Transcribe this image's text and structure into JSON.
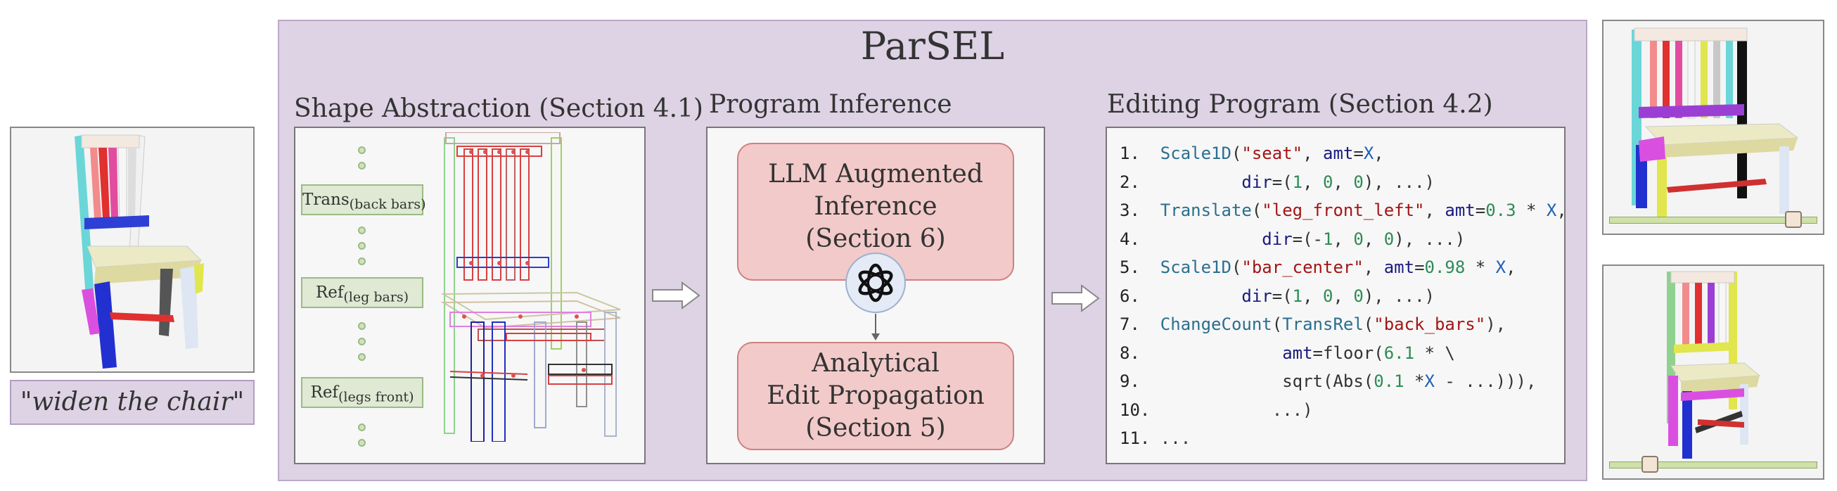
{
  "title": "ParSEL",
  "caption": "\"widen the chair\"",
  "sections": {
    "abstraction": "Shape Abstraction (Section 4.1)",
    "inference": "Program Inference",
    "editing": "Editing Program (Section 4.2)"
  },
  "abstraction_labels": [
    {
      "base": "Trans",
      "sub": "(back bars)"
    },
    {
      "base": "Ref",
      "sub": "(leg bars)"
    },
    {
      "base": "Ref",
      "sub": "(legs front)"
    }
  ],
  "inference_boxes": {
    "top": [
      "LLM Augmented",
      "Inference",
      "(Section 6)"
    ],
    "bottom": [
      "Analytical",
      "Edit Propagation",
      "(Section 5)"
    ]
  },
  "code_lines": [
    {
      "n": "1.",
      "tokens": [
        [
          "fn",
          "Scale1D"
        ],
        [
          "p",
          "("
        ],
        [
          "str",
          "\"seat\""
        ],
        [
          "p",
          ", "
        ],
        [
          "kw",
          "amt"
        ],
        [
          "p",
          "="
        ],
        [
          "var",
          "X"
        ],
        [
          "p",
          ","
        ]
      ]
    },
    {
      "n": "2.",
      "tokens": [
        [
          "p",
          "        "
        ],
        [
          "kw",
          "dir"
        ],
        [
          "p",
          "=("
        ],
        [
          "num",
          "1"
        ],
        [
          "p",
          ", "
        ],
        [
          "num",
          "0"
        ],
        [
          "p",
          ", "
        ],
        [
          "num",
          "0"
        ],
        [
          "p",
          "), ...)"
        ]
      ]
    },
    {
      "n": "3.",
      "tokens": [
        [
          "fn",
          "Translate"
        ],
        [
          "p",
          "("
        ],
        [
          "str",
          "\"leg_front_left\""
        ],
        [
          "p",
          ", "
        ],
        [
          "kw",
          "amt"
        ],
        [
          "p",
          "="
        ],
        [
          "num",
          "0.3"
        ],
        [
          "p",
          " * "
        ],
        [
          "var",
          "X"
        ],
        [
          "p",
          ","
        ]
      ]
    },
    {
      "n": "4.",
      "tokens": [
        [
          "p",
          "          "
        ],
        [
          "kw",
          "dir"
        ],
        [
          "p",
          "=(-"
        ],
        [
          "num",
          "1"
        ],
        [
          "p",
          ", "
        ],
        [
          "num",
          "0"
        ],
        [
          "p",
          ", "
        ],
        [
          "num",
          "0"
        ],
        [
          "p",
          "), ...)"
        ]
      ]
    },
    {
      "n": "5.",
      "tokens": [
        [
          "fn",
          "Scale1D"
        ],
        [
          "p",
          "("
        ],
        [
          "str",
          "\"bar_center\""
        ],
        [
          "p",
          ", "
        ],
        [
          "kw",
          "amt"
        ],
        [
          "p",
          "="
        ],
        [
          "num",
          "0.98"
        ],
        [
          "p",
          " * "
        ],
        [
          "var",
          "X"
        ],
        [
          "p",
          ","
        ]
      ]
    },
    {
      "n": "6.",
      "tokens": [
        [
          "p",
          "        "
        ],
        [
          "kw",
          "dir"
        ],
        [
          "p",
          "=("
        ],
        [
          "num",
          "1"
        ],
        [
          "p",
          ", "
        ],
        [
          "num",
          "0"
        ],
        [
          "p",
          ", "
        ],
        [
          "num",
          "0"
        ],
        [
          "p",
          "), ...)"
        ]
      ]
    },
    {
      "n": "7.",
      "tokens": [
        [
          "fn",
          "ChangeCount"
        ],
        [
          "p",
          "("
        ],
        [
          "fn",
          "TransRel"
        ],
        [
          "p",
          "("
        ],
        [
          "str",
          "\"back_bars\""
        ],
        [
          "p",
          "),"
        ]
      ]
    },
    {
      "n": "8.",
      "tokens": [
        [
          "p",
          "            "
        ],
        [
          "kw",
          "amt"
        ],
        [
          "p",
          "=floor("
        ],
        [
          "num",
          "6.1"
        ],
        [
          "p",
          " * \\"
        ]
      ]
    },
    {
      "n": "9.",
      "tokens": [
        [
          "p",
          "            sqrt(Abs("
        ],
        [
          "num",
          "0.1"
        ],
        [
          "p",
          " *"
        ],
        [
          "var",
          "X"
        ],
        [
          "p",
          " - ...))),"
        ]
      ]
    },
    {
      "n": "10.",
      "tokens": [
        [
          "p",
          "           ...)"
        ]
      ]
    },
    {
      "n": "11.",
      "tokens": [
        [
          "p",
          "..."
        ]
      ]
    }
  ],
  "colors": {
    "main_bg": "#ddd3e4",
    "red_box": "#f2caca",
    "green_label": "#dfe9d3",
    "slider": "#cfe0a8"
  },
  "icons": [
    "openai-logo-icon",
    "arrow-right-icon",
    "arrow-down-icon",
    "slider-handle-icon"
  ],
  "sliders": {
    "top_value": 0.92,
    "bottom_value": 0.17
  }
}
